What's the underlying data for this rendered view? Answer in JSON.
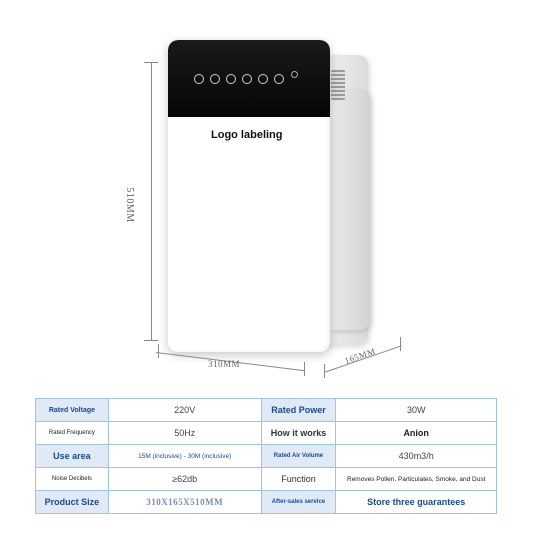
{
  "product": {
    "logo_text": "Logo labeling",
    "height_label": "510MM",
    "width_label": "310MM",
    "depth_label": "165MM"
  },
  "specs": [
    {
      "label": "Rated Voltage",
      "value": "220V",
      "label2": "Rated Power",
      "value2": "30W"
    },
    {
      "label": "Rated Frequency",
      "value": "50Hz",
      "label2": "How it works",
      "value2": "Anion"
    },
    {
      "label": "Use area",
      "value": "15M (inclusive) - 30M (inclusive)",
      "label2": "Rated Air Volume",
      "value2": "430m3/h"
    },
    {
      "label": "Noise Decibels",
      "value": "≥62db",
      "label2": "Function",
      "value2": "Removes Pollen, Particulates, Smoke, and Dust"
    },
    {
      "label": "Product Size",
      "value": "310X165X510MM",
      "label2": "After-sales service",
      "value2": "Store three guarantees"
    }
  ],
  "colors": {
    "table_border": "#9fc3e0",
    "label_bg": "#dfeaf6",
    "accent_blue": "#1b4a8a",
    "panel_black": "#0a0a0a"
  }
}
